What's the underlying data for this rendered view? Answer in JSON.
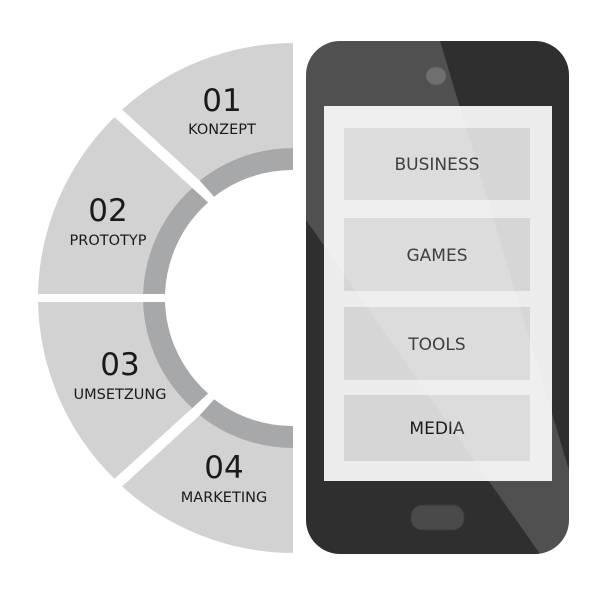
{
  "steps": [
    {
      "number": "01",
      "label": "KONZEPT"
    },
    {
      "number": "02",
      "label": "PROTOTYP"
    },
    {
      "number": "03",
      "label": "UMSETZUNG"
    },
    {
      "number": "04",
      "label": "MARKETING"
    }
  ],
  "phone": {
    "menu": [
      "BUSINESS",
      "GAMES",
      "TOOLS",
      "MEDIA"
    ]
  },
  "colors": {
    "segment": "#d2d2d3",
    "inner_ring": "#a7a8aa",
    "phone_body": "#2f2f2f",
    "screen": "#ececec",
    "menu_item": "#d6d6d7",
    "text": "#1a1a1a"
  }
}
